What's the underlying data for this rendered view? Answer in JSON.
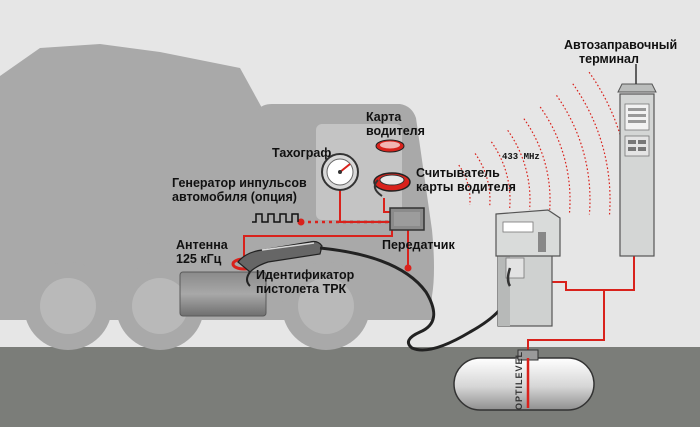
{
  "labels": {
    "terminal_line1": "Автозаправочный",
    "terminal_line2": "терминал",
    "driver_card_line1": "Карта",
    "driver_card_line2": "водителя",
    "tachograph": "Тахограф",
    "card_reader_line1": "Считыватель",
    "card_reader_line2": "карты водителя",
    "pulse_gen_line1": "Генератор инпульсов",
    "pulse_gen_line2": "автомобиля (опция)",
    "frequency": "433 MHz",
    "transmitter": "Передатчик",
    "antenna_line1": "Антенна",
    "antenna_line2": "125 кГц",
    "nozzle_id_line1": "Идентификатор",
    "nozzle_id_line2": "пистолета ТРК",
    "optilevel": "OPTILEVEL"
  },
  "colors": {
    "background": "#e6e6e6",
    "truck": "#a9a9a9",
    "ground": "#7b7d79",
    "signal": "#d9221c",
    "dispenser": "#cfd1d0"
  },
  "icons": {
    "tachograph": "gauge-icon",
    "card_reader": "card-reader-icon",
    "transmitter": "transmitter-box-icon",
    "terminal": "fuel-terminal-icon",
    "dispenser": "fuel-dispenser-icon",
    "tank": "underground-tank-icon",
    "nozzle": "fuel-nozzle-icon"
  }
}
